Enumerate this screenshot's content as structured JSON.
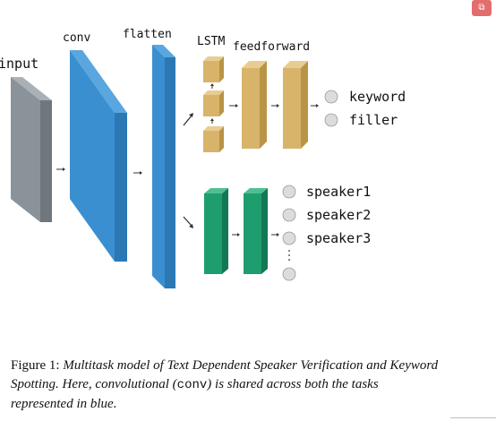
{
  "labels": {
    "input": "input",
    "conv": "conv",
    "flatten": "flatten",
    "lstm": "LSTM",
    "feedforward": "feedforward"
  },
  "outputs_keyword_task": [
    "keyword",
    "filler"
  ],
  "outputs_speaker_task": [
    "speaker1",
    "speaker2",
    "speaker3"
  ],
  "caption": {
    "prefix": "Figure 1: ",
    "body_before": "Multitask model of Text Dependent Speaker Verification and Keyword Spotting. Here, convolutional (",
    "code": "conv",
    "body_after": ") is shared across both the tasks represented in blue."
  },
  "colors": {
    "input": "#8a9399",
    "shared_blue": "#3a8fd0",
    "keyword_branch": "#d8b36a",
    "speaker_branch": "#1e9e6e",
    "node": "#dcdcdc"
  }
}
